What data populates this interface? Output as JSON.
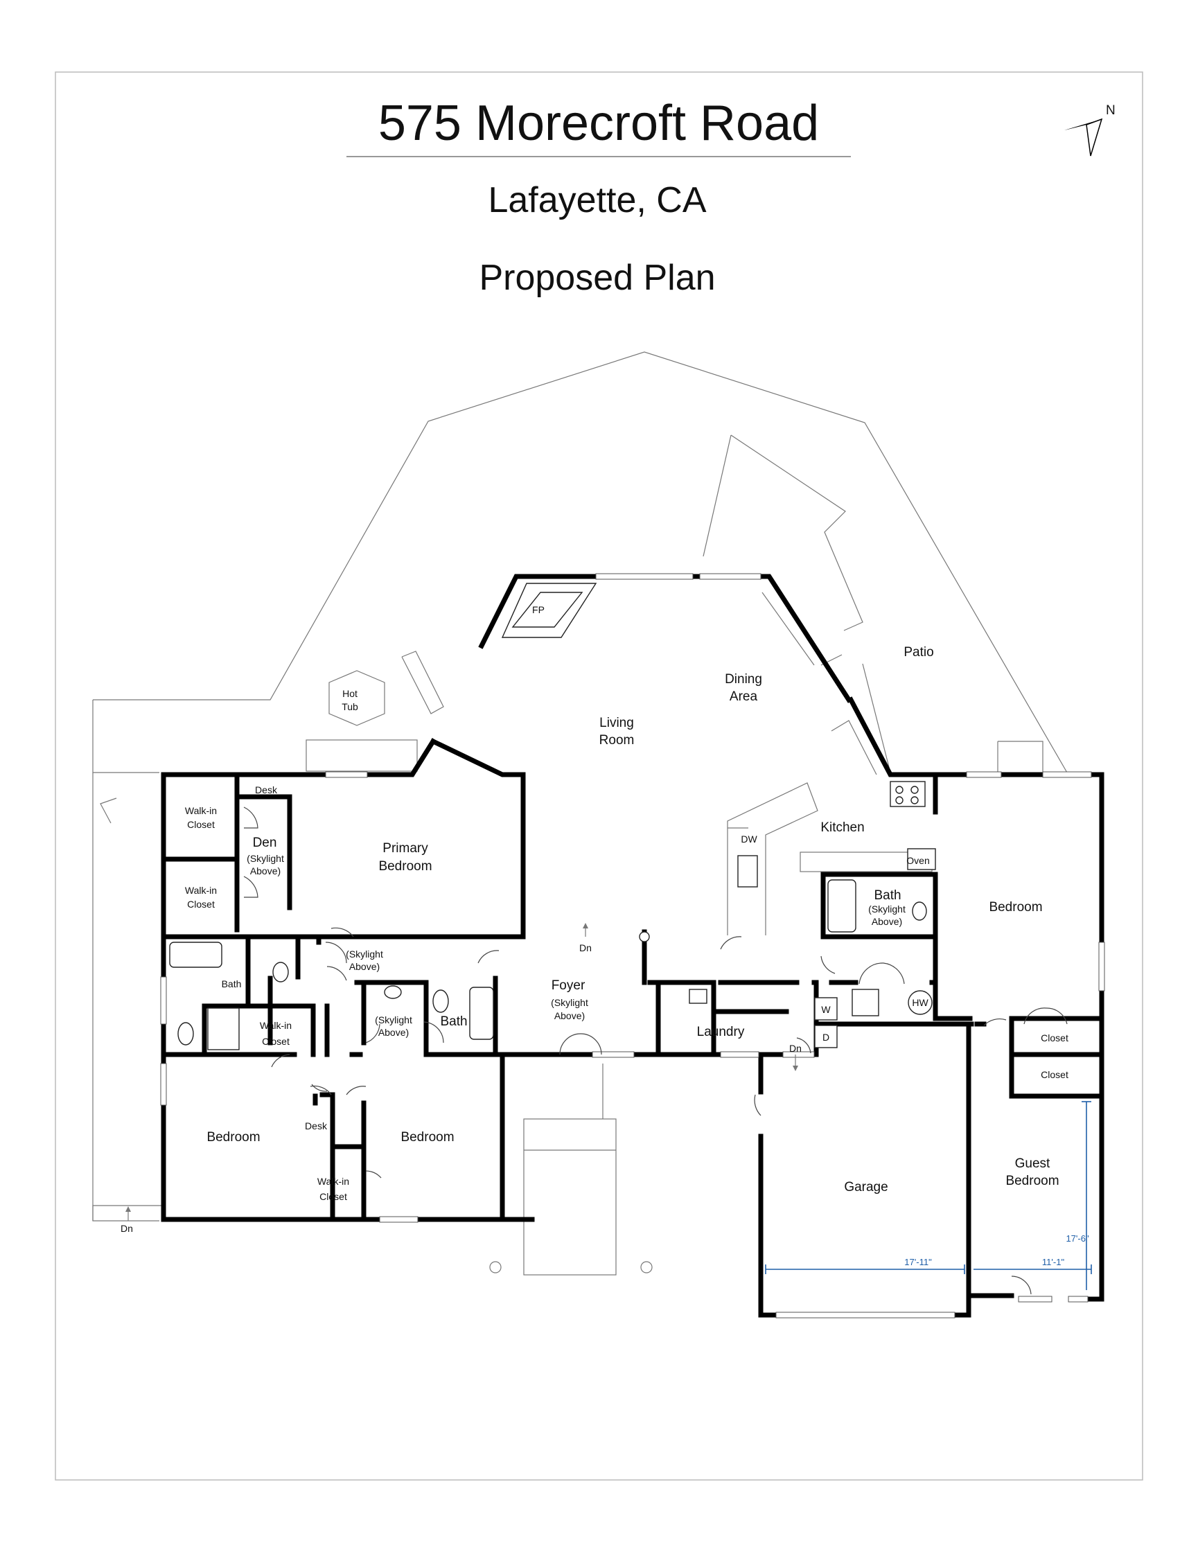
{
  "header": {
    "title": "575 Morecroft Road",
    "city": "Lafayette, CA",
    "plan_name": "Proposed Plan"
  },
  "compass": {
    "label": "N"
  },
  "rooms": {
    "fp": "FP",
    "hot_tub_1": "Hot",
    "hot_tub_2": "Tub",
    "patio": "Patio",
    "dining_1": "Dining",
    "dining_2": "Area",
    "living_1": "Living",
    "living_2": "Room",
    "kitchen": "Kitchen",
    "dw": "DW",
    "oven": "Oven",
    "bath_kitchen": "Bath",
    "bath_kitchen_sky1": "(Skylight",
    "bath_kitchen_sky2": "Above)",
    "bedroom_east": "Bedroom",
    "desk_top": "Desk",
    "walkin_1a": "Walk-in",
    "walkin_1b": "Closet",
    "walkin_2a": "Walk-in",
    "walkin_2b": "Closet",
    "den": "Den",
    "den_sky1": "(Skylight",
    "den_sky2": "Above)",
    "primary_1": "Primary",
    "primary_2": "Bedroom",
    "hall_sky1": "(Skylight",
    "hall_sky2": "Above)",
    "dn_foyer": "Dn",
    "foyer": "Foyer",
    "foyer_sky1": "(Skylight",
    "foyer_sky2": "Above)",
    "bath_primary": "Bath",
    "walkin_3a": "Walk-in",
    "walkin_3b": "Closet",
    "hall_bath_sky1": "(Skylight",
    "hall_bath_sky2": "Above)",
    "bath_hall": "Bath",
    "laundry": "Laundry",
    "washer": "W",
    "dryer": "D",
    "hw": "HW",
    "dn_laundry": "Dn",
    "closet_1": "Closet",
    "closet_2": "Closet",
    "bedroom_sw": "Bedroom",
    "desk_bottom": "Desk",
    "bedroom_s": "Bedroom",
    "walkin_4a": "Walk-in",
    "walkin_4b": "Closet",
    "dn_west": "Dn",
    "garage": "Garage",
    "guest_1": "Guest",
    "guest_2": "Bedroom"
  },
  "dimensions": {
    "garage_width": "17'-11\"",
    "guest_width": "11'-1\"",
    "guest_depth": "17'-6\""
  }
}
